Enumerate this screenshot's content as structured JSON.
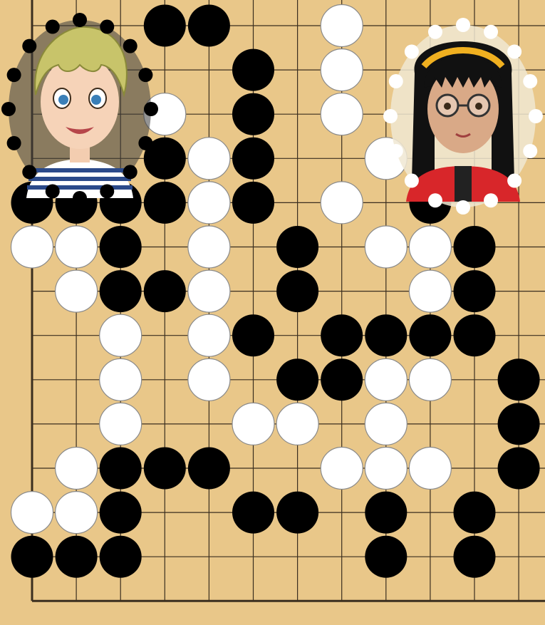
{
  "board": {
    "background": "#e9c789",
    "line_color": "#3a2e1f",
    "visible_size": {
      "cols": 12,
      "rows": 14
    },
    "edges": {
      "left": true,
      "bottom": true,
      "top": false,
      "right": false
    }
  },
  "stones": {
    "black": [
      [
        3,
        0
      ],
      [
        4,
        0
      ],
      [
        5,
        1
      ],
      [
        5,
        2
      ],
      [
        3,
        3
      ],
      [
        5,
        3
      ],
      [
        0,
        4
      ],
      [
        1,
        4
      ],
      [
        2,
        4
      ],
      [
        3,
        4
      ],
      [
        5,
        4
      ],
      [
        9,
        4
      ],
      [
        2,
        5
      ],
      [
        6,
        5
      ],
      [
        10,
        5
      ],
      [
        2,
        6
      ],
      [
        3,
        6
      ],
      [
        6,
        6
      ],
      [
        10,
        6
      ],
      [
        5,
        7
      ],
      [
        7,
        7
      ],
      [
        8,
        7
      ],
      [
        9,
        7
      ],
      [
        10,
        7
      ],
      [
        6,
        8
      ],
      [
        7,
        8
      ],
      [
        11,
        8
      ],
      [
        11,
        9
      ],
      [
        2,
        10
      ],
      [
        3,
        10
      ],
      [
        4,
        10
      ],
      [
        11,
        10
      ],
      [
        2,
        11
      ],
      [
        5,
        11
      ],
      [
        6,
        11
      ],
      [
        8,
        11
      ],
      [
        10,
        11
      ],
      [
        0,
        12
      ],
      [
        1,
        12
      ],
      [
        2,
        12
      ],
      [
        8,
        12
      ],
      [
        10,
        12
      ]
    ],
    "white": [
      [
        7,
        0
      ],
      [
        7,
        1
      ],
      [
        3,
        2
      ],
      [
        7,
        2
      ],
      [
        4,
        3
      ],
      [
        8,
        3
      ],
      [
        4,
        4
      ],
      [
        7,
        4
      ],
      [
        0,
        5
      ],
      [
        1,
        5
      ],
      [
        4,
        5
      ],
      [
        8,
        5
      ],
      [
        9,
        5
      ],
      [
        1,
        6
      ],
      [
        4,
        6
      ],
      [
        9,
        6
      ],
      [
        2,
        7
      ],
      [
        4,
        7
      ],
      [
        2,
        8
      ],
      [
        4,
        8
      ],
      [
        8,
        8
      ],
      [
        9,
        8
      ],
      [
        2,
        9
      ],
      [
        5,
        9
      ],
      [
        6,
        9
      ],
      [
        8,
        9
      ],
      [
        1,
        10
      ],
      [
        7,
        10
      ],
      [
        8,
        10
      ],
      [
        9,
        10
      ],
      [
        0,
        11
      ],
      [
        1,
        11
      ]
    ]
  },
  "players": {
    "black_player": {
      "name": "boy-avatar",
      "ring_color": "#000000",
      "hair_color": "#c8c46a",
      "shirt_color": "#2b4a8a"
    },
    "white_player": {
      "name": "girl-avatar",
      "ring_color": "#ffffff",
      "hair_color": "#111111",
      "band_color": "#f0b020",
      "jacket_color": "#d8262a"
    }
  }
}
